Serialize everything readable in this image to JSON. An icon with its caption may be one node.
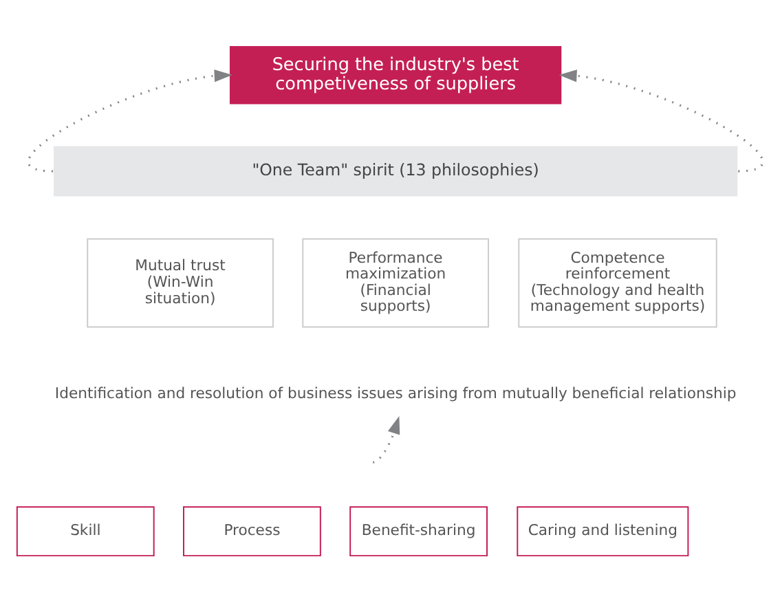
{
  "diagram": {
    "nodes": [
      {
        "text": [
          "Securing the industry's best competiveness of suppliers"
        ]
      },
      {
        "text": [
          "\"One Team\" spirit (13 philosophies)"
        ]
      },
      {
        "text": [
          "Mutual trust (Win-Win situation)"
        ]
      },
      {
        "text": [
          "Performance maximization (Financial supports)"
        ]
      },
      {
        "text": [
          "Competence reinforcement (Technology and health management supports)"
        ]
      },
      {
        "text": [
          "Identification and resolution of business issues arising from mutually beneficial relationship"
        ]
      },
      {
        "text": [
          "Skill"
        ]
      },
      {
        "text": [
          "Process"
        ]
      },
      {
        "text": [
          "Benefit-sharing"
        ]
      },
      {
        "text": [
          "Caring and listening"
        ]
      }
    ],
    "edges": [
      {
        "from": 1,
        "to": 0,
        "arrow": "to",
        "style": "dashed"
      },
      {
        "from": 1,
        "to": 0,
        "arrow": "to",
        "style": "dashed"
      },
      {
        "from": null,
        "to": 5,
        "arrow": "to",
        "style": "dashed"
      }
    ]
  }
}
